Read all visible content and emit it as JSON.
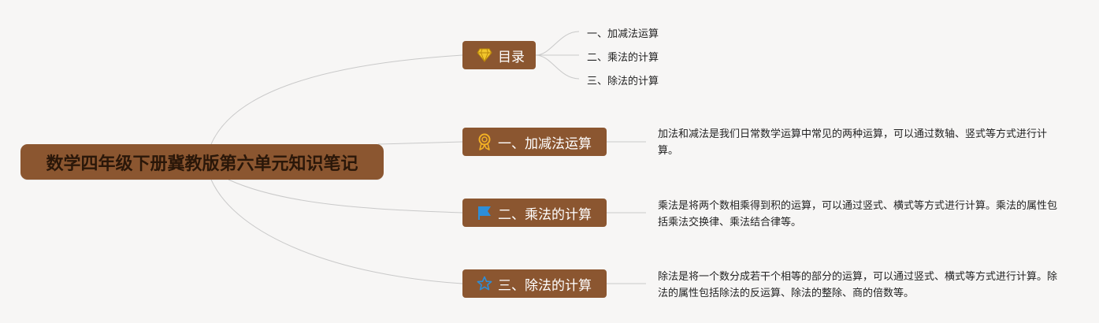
{
  "root": {
    "title": "数学四年级下册冀教版第六单元知识笔记"
  },
  "toc": {
    "label": "目录",
    "icon": "diamond-icon",
    "items": [
      {
        "label": "一、加减法运算"
      },
      {
        "label": "二、乘法的计算"
      },
      {
        "label": "三、除法的计算"
      }
    ]
  },
  "sections": [
    {
      "label": "一、加减法运算",
      "icon": "medal-icon",
      "description": "加法和减法是我们日常数学运算中常见的两种运算，可以通过数轴、竖式等方式进行计算。"
    },
    {
      "label": "二、乘法的计算",
      "icon": "flag-icon",
      "description": "乘法是将两个数相乘得到积的运算，可以通过竖式、横式等方式进行计算。乘法的属性包括乘法交换律、乘法结合律等。"
    },
    {
      "label": "三、除法的计算",
      "icon": "star-icon",
      "description": "除法是将一个数分成若干个相等的部分的运算，可以通过竖式、横式等方式进行计算。除法的属性包括除法的反运算、除法的整除、商的倍数等。"
    }
  ],
  "colors": {
    "node_fill": "#8b5630",
    "root_text": "#2a1709",
    "branch_text": "#ffffff",
    "connector": "#c9c9c9",
    "background": "#f7f6f5",
    "diamond_icon": "#f2c62c",
    "medal_icon": "#f2b024",
    "flag_icon": "#2d8ed8",
    "star_icon": "#2d8ed8"
  }
}
